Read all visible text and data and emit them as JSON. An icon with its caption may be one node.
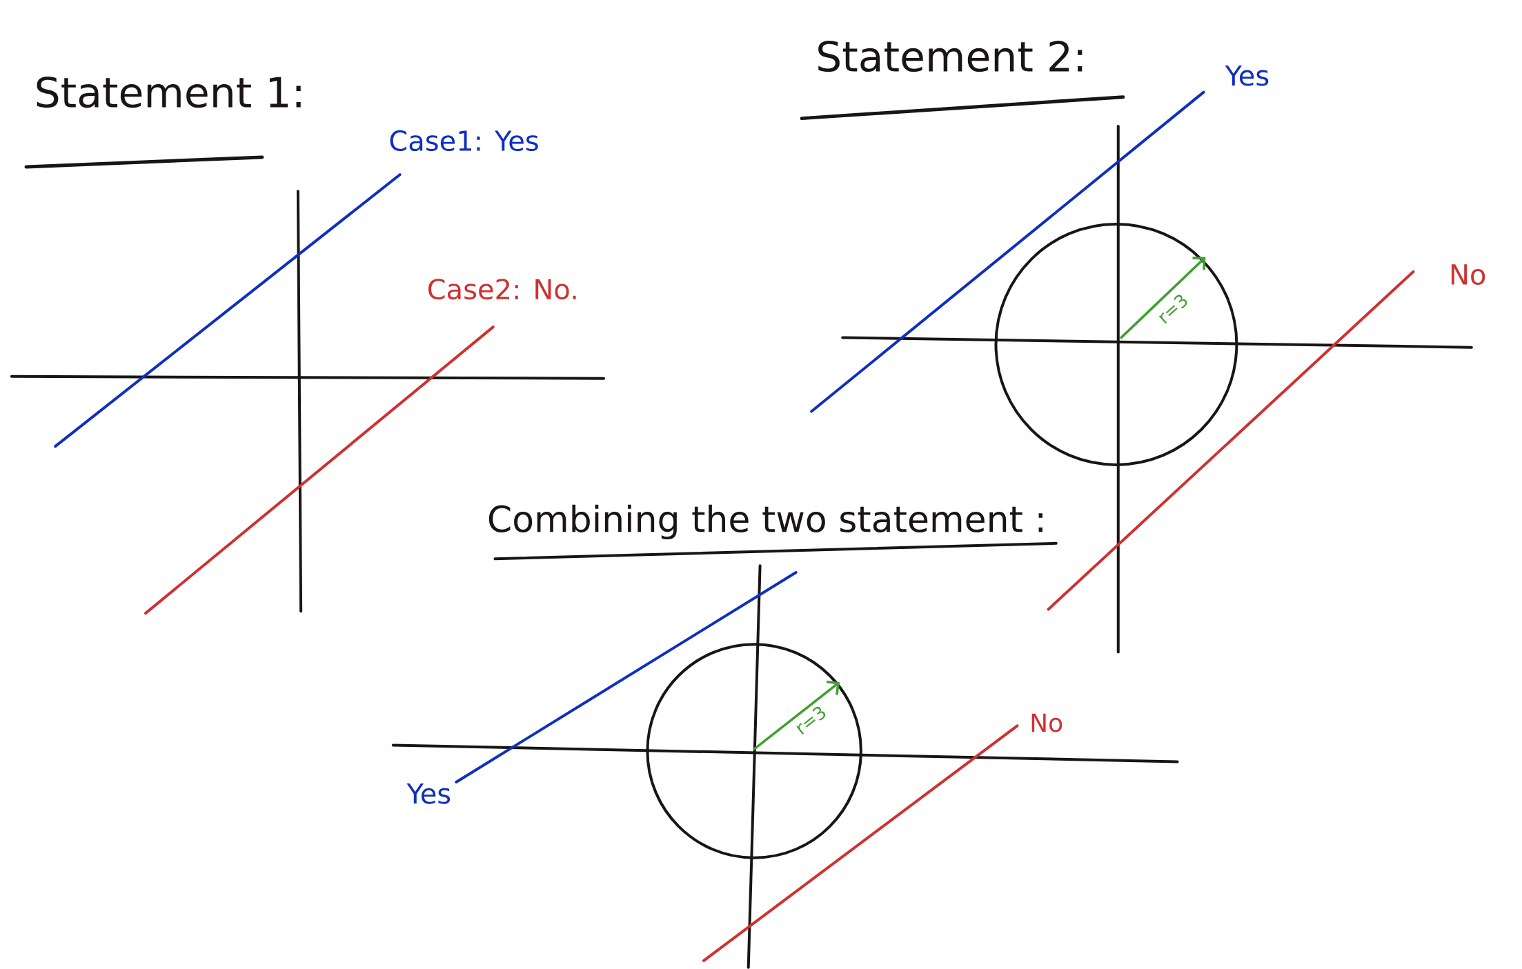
{
  "diagram": {
    "labels": [
      "Statement 1:",
      "Statement 2:",
      "Yes",
      "Case1: Yes",
      "r=3",
      "Case2: No.",
      "No",
      "Combining the two statement :",
      "r=3",
      "No",
      "Yes"
    ]
  }
}
